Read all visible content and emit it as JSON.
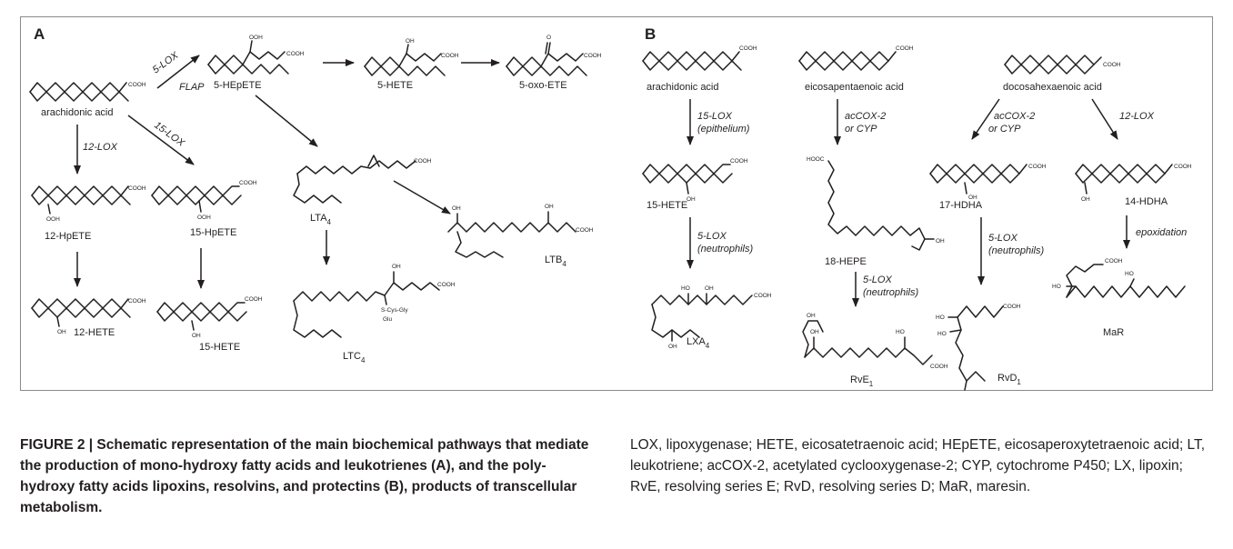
{
  "panels": {
    "A": {
      "label": "A",
      "compounds": {
        "arachidonic_acid": "arachidonic acid",
        "hpete5": "5-HEpETE",
        "hete5": "5-HETE",
        "oxoete5": "5-oxo-ETE",
        "hpete12": "12-HpETE",
        "hpete15": "15-HpETE",
        "hete12": "12-HETE",
        "hete15": "15-HETE",
        "lta4": "LTA",
        "ltb4": "LTB",
        "ltc4": "LTC",
        "subscript4": "4"
      },
      "enzymes": {
        "lox5": "5-LOX",
        "flap": "FLAP",
        "lox12": "12-LOX",
        "lox15": "15-LOX"
      },
      "groups": {
        "cooh": "COOH",
        "ooh": "OOH",
        "oh": "OH",
        "o": "O",
        "s_cys_gly": "S-Cys-Gly",
        "glu": "Glu"
      }
    },
    "B": {
      "label": "B",
      "compounds": {
        "arachidonic_acid": "arachidonic acid",
        "epa": "eicosapentaenoic acid",
        "dha": "docosahexaenoic acid",
        "hete15": "15-HETE",
        "hepe18": "18-HEPE",
        "hdha17": "17-HDHA",
        "hdha14": "14-HDHA",
        "lxa": "LXA",
        "rve": "RvE",
        "rvd": "RvD",
        "mar": "MaR",
        "subscript4": "4",
        "subscript1": "1"
      },
      "enzymes": {
        "lox15_line1": "15-LOX",
        "lox15_line2": "(epithelium)",
        "lox5_line1": "5-LOX",
        "lox5_line2": "(neutrophils)",
        "accox_line1": "acCOX-2",
        "accox_line2": "or CYP",
        "lox12": "12-LOX",
        "epoxidation": "epoxidation"
      },
      "groups": {
        "cooh": "COOH",
        "hooc": "HOOC",
        "oh": "OH",
        "ho": "HO"
      }
    }
  },
  "caption": {
    "left": "FIGURE 2 | Schematic representation of the main biochemical pathways that mediate the production of mono-hydroxy fatty acids and leukotrienes (A), and the poly-hydroxy fatty acids lipoxins, resolvins, and protectins (B), products of transcellular metabolism.",
    "right": "LOX, lipoxygenase; HETE, eicosatetraenoic acid; HEpETE, eicosaperoxytetraenoic acid; LT, leukotriene; acCOX-2, acetylated cyclooxygenase-2; CYP, cytochrome P450; LX, lipoxin; RvE, resolving series E; RvD, resolving series D; MaR, maresin."
  }
}
